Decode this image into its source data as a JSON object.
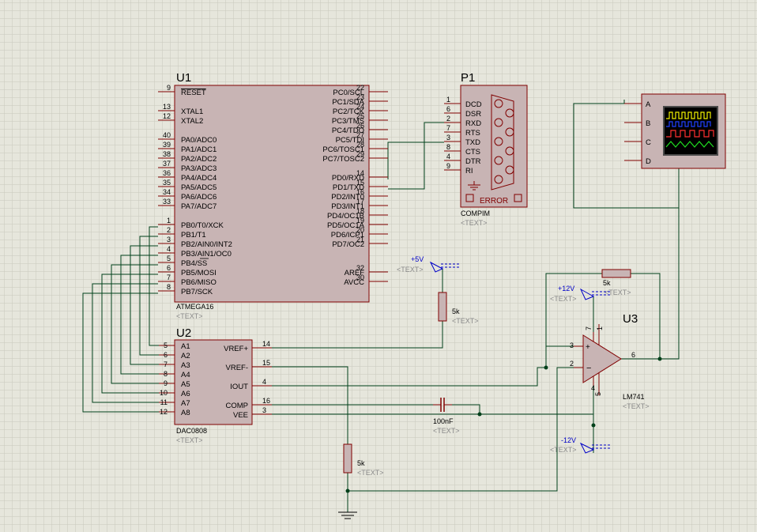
{
  "colors": {
    "background": "#e6e6dc",
    "grid": "#c8c8bd",
    "component_body": "#c8b4b4",
    "component_border": "#800000",
    "wire": "#00401a",
    "pin": "#800000",
    "power_label": "#0000c8",
    "placeholder": "#8a8a8a",
    "error_text": "#800000"
  },
  "placeholder_text": "<TEXT>",
  "u1": {
    "ref": "U1",
    "value": "ATMEGA16",
    "left_pins": [
      {
        "num": "9",
        "label": "RESET",
        "overline": true
      },
      {
        "num": "13",
        "label": "XTAL1"
      },
      {
        "num": "12",
        "label": "XTAL2"
      },
      {
        "num": "40",
        "label": "PA0/ADC0"
      },
      {
        "num": "39",
        "label": "PA1/ADC1"
      },
      {
        "num": "38",
        "label": "PA2/ADC2"
      },
      {
        "num": "37",
        "label": "PA3/ADC3"
      },
      {
        "num": "36",
        "label": "PA4/ADC4"
      },
      {
        "num": "35",
        "label": "PA5/ADC5"
      },
      {
        "num": "34",
        "label": "PA6/ADC6"
      },
      {
        "num": "33",
        "label": "PA7/ADC7"
      },
      {
        "num": "1",
        "label": "PB0/T0/XCK"
      },
      {
        "num": "2",
        "label": "PB1/T1"
      },
      {
        "num": "3",
        "label": "PB2/AIN0/INT2"
      },
      {
        "num": "4",
        "label": "PB3/AIN1/OC0"
      },
      {
        "num": "5",
        "label": "PB4/SS",
        "overline_part": "SS"
      },
      {
        "num": "6",
        "label": "PB5/MOSI"
      },
      {
        "num": "7",
        "label": "PB6/MISO"
      },
      {
        "num": "8",
        "label": "PB7/SCK"
      }
    ],
    "right_pins": [
      {
        "num": "22",
        "label": "PC0/SCL"
      },
      {
        "num": "23",
        "label": "PC1/SDA"
      },
      {
        "num": "24",
        "label": "PC2/TCK"
      },
      {
        "num": "25",
        "label": "PC3/TMS"
      },
      {
        "num": "26",
        "label": "PC4/TDO"
      },
      {
        "num": "27",
        "label": "PC5/TDI"
      },
      {
        "num": "28",
        "label": "PC6/TOSC1"
      },
      {
        "num": "29",
        "label": "PC7/TOSC2"
      },
      {
        "num": "14",
        "label": "PD0/RXD"
      },
      {
        "num": "15",
        "label": "PD1/TXD"
      },
      {
        "num": "16",
        "label": "PD2/INT0"
      },
      {
        "num": "17",
        "label": "PD3/INT1"
      },
      {
        "num": "18",
        "label": "PD4/OC1B"
      },
      {
        "num": "19",
        "label": "PD5/OC1A"
      },
      {
        "num": "20",
        "label": "PD6/ICP1"
      },
      {
        "num": "21",
        "label": "PD7/OC2"
      },
      {
        "num": "32",
        "label": "AREF"
      },
      {
        "num": "30",
        "label": "AVCC"
      }
    ]
  },
  "p1": {
    "ref": "P1",
    "value": "COMPIM",
    "error_label": "ERROR",
    "pins": [
      {
        "num": "1",
        "label": "DCD"
      },
      {
        "num": "6",
        "label": "DSR"
      },
      {
        "num": "2",
        "label": "RXD"
      },
      {
        "num": "7",
        "label": "RTS"
      },
      {
        "num": "3",
        "label": "TXD"
      },
      {
        "num": "8",
        "label": "CTS"
      },
      {
        "num": "4",
        "label": "DTR"
      },
      {
        "num": "9",
        "label": "RI"
      }
    ]
  },
  "scope": {
    "channels": [
      "A",
      "B",
      "C",
      "D"
    ]
  },
  "u2": {
    "ref": "U2",
    "value": "DAC0808",
    "left_pins": [
      {
        "num": "5",
        "label": "A1"
      },
      {
        "num": "6",
        "label": "A2"
      },
      {
        "num": "7",
        "label": "A3"
      },
      {
        "num": "8",
        "label": "A4"
      },
      {
        "num": "9",
        "label": "A5"
      },
      {
        "num": "10",
        "label": "A6"
      },
      {
        "num": "11",
        "label": "A7"
      },
      {
        "num": "12",
        "label": "A8"
      }
    ],
    "right_pins": [
      {
        "num": "14",
        "label": "VREF+"
      },
      {
        "num": "15",
        "label": "VREF-"
      },
      {
        "num": "4",
        "label": "IOUT"
      },
      {
        "num": "16",
        "label": "COMP"
      },
      {
        "num": "3",
        "label": "VEE"
      }
    ]
  },
  "u3": {
    "ref": "U3",
    "value": "LM741",
    "pins": {
      "in_plus": "3",
      "in_minus": "2",
      "out": "6",
      "v_plus": "7",
      "offset1": "1",
      "v_minus": "4",
      "offset2": "5"
    }
  },
  "passives": {
    "r_vref": "5k",
    "r_feedback": "5k",
    "r_ground": "5k",
    "capacitor": "100nF"
  },
  "power": {
    "p5v": "+5V",
    "p12v": "+12V",
    "n12v": "-12V"
  }
}
